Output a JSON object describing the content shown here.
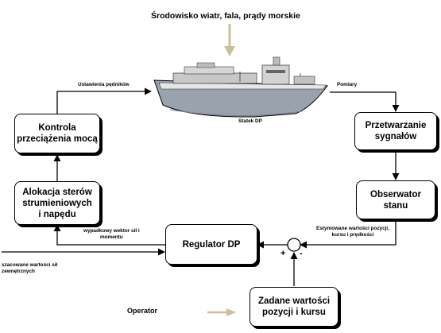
{
  "environment_label": "Środowisko wiatr, fala, prądy morskie",
  "ship_label": "Statek DP",
  "edge_labels": {
    "thruster_settings": "Ustawienia pędników",
    "measurements": "Pomiary",
    "resultant_force": "wypadkowy wektor sił i\nmomentu",
    "estimated_values": "Estymowane wartości pozycji,\nkursu i prędkości",
    "external_forces": "szacowane wartości sił\nzewnętrznych"
  },
  "boxes": {
    "power_overload": "Kontrola\nprzeciążenia mocą",
    "signal_processing": "Przetwarzanie\nsygnałów",
    "thruster_allocation": "Alokacja sterów\nstrumieniowych\ni napędu",
    "state_observer": "Obserwator\nstanu",
    "dp_regulator": "Regulator DP",
    "setpoints": "Zadane wartości\npozycji i kursu"
  },
  "operator_label": "Operator",
  "summing_signs": {
    "plus": "+",
    "minus": "-"
  },
  "colors": {
    "line": "#000000",
    "environment_arrow": "#c9bf9a",
    "ship_hull": "#9aa3ad"
  }
}
